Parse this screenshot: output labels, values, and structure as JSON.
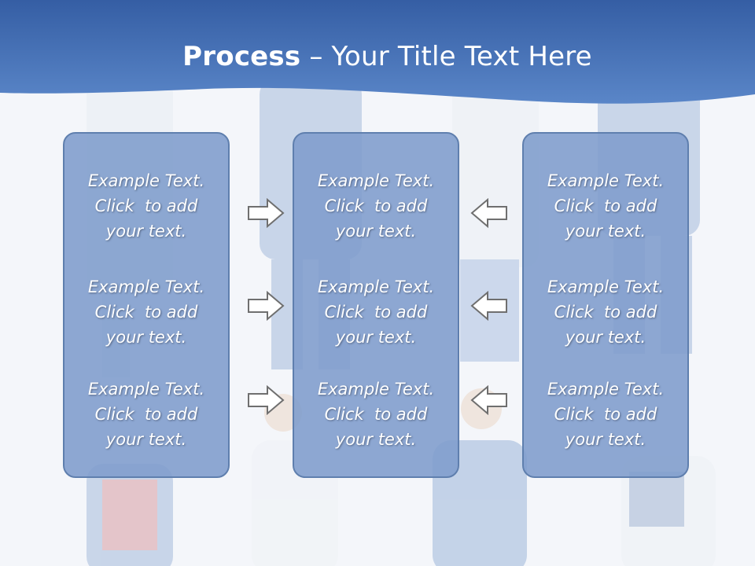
{
  "title": {
    "bold": "Process",
    "dash": " – ",
    "rest": "Your Title Text Here"
  },
  "columns": [
    {
      "items": [
        [
          "Example Text.",
          "Click  to add",
          "your text."
        ],
        [
          "Example Text.",
          "Click  to add",
          "your text."
        ],
        [
          "Example Text.",
          "Click  to add",
          "your text."
        ]
      ]
    },
    {
      "items": [
        [
          "Example Text.",
          "Click  to add",
          "your text."
        ],
        [
          "Example Text.",
          "Click  to add",
          "your text."
        ],
        [
          "Example Text.",
          "Click  to add",
          "your text."
        ]
      ]
    },
    {
      "items": [
        [
          "Example Text.",
          "Click  to add",
          "your text."
        ],
        [
          "Example Text.",
          "Click  to add",
          "your text."
        ],
        [
          "Example Text.",
          "Click  to add",
          "your text."
        ]
      ]
    }
  ],
  "arrows": {
    "left_group": "right-arrow-icon",
    "right_group": "left-arrow-icon"
  },
  "colors": {
    "header_top": "#3a62a8",
    "header_bottom": "#5b86c8",
    "box_fill": "#7e9ccc",
    "box_border": "#5f7fae"
  }
}
